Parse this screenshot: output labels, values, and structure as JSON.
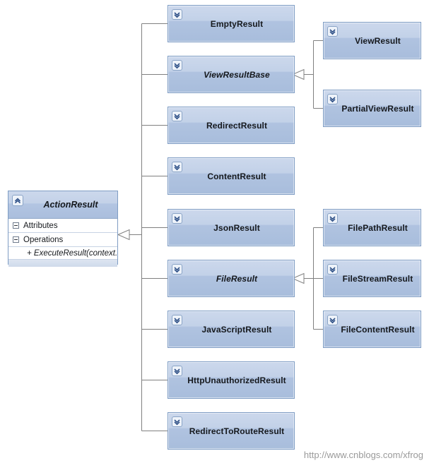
{
  "diagram": {
    "type": "uml-class-diagram",
    "watermark": "http://www.cnblogs.com/xfrog",
    "colors": {
      "box_border": "#7f9dc4",
      "box_fill_top": "#ccd8ec",
      "box_fill_bottom": "#a8bddc",
      "line": "#808080",
      "arrowhead_fill": "#ffffff",
      "watermark_text": "#9a9a9a"
    },
    "root": {
      "name": "ActionResult",
      "abstract": true,
      "icon": "class-collapse-icon",
      "sections": [
        {
          "label": "Attributes",
          "icon": "expander-minus-icon",
          "members": []
        },
        {
          "label": "Operations",
          "icon": "expander-minus-icon",
          "members": [
            "+ ExecuteResult(context..."
          ]
        }
      ]
    },
    "children": [
      {
        "name": "EmptyResult",
        "abstract": false,
        "icon": "chevron-double-down-icon"
      },
      {
        "name": "ViewResultBase",
        "abstract": true,
        "icon": "chevron-double-down-icon"
      },
      {
        "name": "RedirectResult",
        "abstract": false,
        "icon": "chevron-double-down-icon"
      },
      {
        "name": "ContentResult",
        "abstract": false,
        "icon": "chevron-double-down-icon"
      },
      {
        "name": "JsonResult",
        "abstract": false,
        "icon": "chevron-double-down-icon"
      },
      {
        "name": "FileResult",
        "abstract": true,
        "icon": "chevron-double-down-icon"
      },
      {
        "name": "JavaScriptResult",
        "abstract": false,
        "icon": "chevron-double-down-icon"
      },
      {
        "name": "HttpUnauthorizedResult",
        "abstract": false,
        "icon": "chevron-double-down-icon"
      },
      {
        "name": "RedirectToRouteResult",
        "abstract": false,
        "icon": "chevron-double-down-icon"
      }
    ],
    "view_result_base_children": [
      {
        "name": "ViewResult",
        "abstract": false,
        "icon": "chevron-double-down-icon"
      },
      {
        "name": "PartialViewResult",
        "abstract": false,
        "icon": "chevron-double-down-icon"
      }
    ],
    "file_result_children": [
      {
        "name": "FilePathResult",
        "abstract": false,
        "icon": "chevron-double-down-icon"
      },
      {
        "name": "FileStreamResult",
        "abstract": false,
        "icon": "chevron-double-down-icon"
      },
      {
        "name": "FileContentResult",
        "abstract": false,
        "icon": "chevron-double-down-icon"
      }
    ]
  }
}
